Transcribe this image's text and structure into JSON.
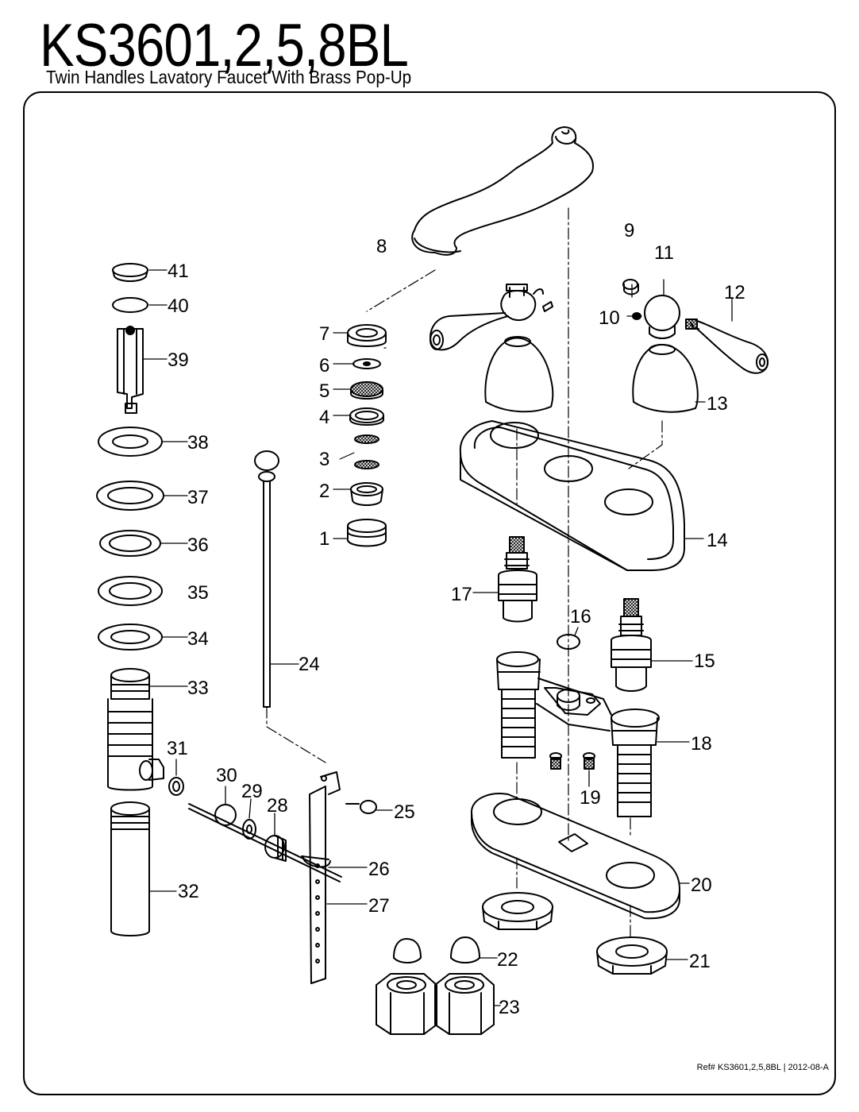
{
  "header": {
    "title": "KS3601,2,5,8BL",
    "subtitle": "Twin Handles Lavatory Faucet With Brass Pop-Up"
  },
  "footer": {
    "ref": "Ref# KS3601,2,5,8BL | 2012-08-A"
  },
  "callouts": {
    "p1": "1",
    "p2": "2",
    "p3": "3",
    "p4": "4",
    "p5": "5",
    "p6": "6",
    "p7": "7",
    "p8": "8",
    "p9": "9",
    "p10": "10",
    "p11": "11",
    "p12": "12",
    "p13": "13",
    "p14": "14",
    "p15": "15",
    "p16": "16",
    "p17": "17",
    "p18": "18",
    "p19": "19",
    "p20": "20",
    "p21": "21",
    "p22": "22",
    "p23": "23",
    "p24": "24",
    "p25": "25",
    "p26": "26",
    "p27": "27",
    "p28": "28",
    "p29": "29",
    "p30": "30",
    "p31": "31",
    "p32": "32",
    "p33": "33",
    "p34": "34",
    "p35": "35",
    "p36": "36",
    "p37": "37",
    "p38": "38",
    "p39": "39",
    "p40": "40",
    "p41": "41"
  }
}
